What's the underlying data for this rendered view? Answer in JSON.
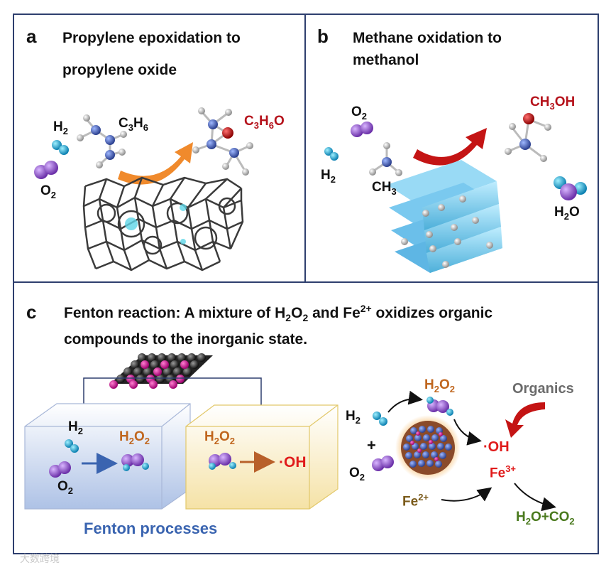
{
  "panel_a": {
    "letter": "a",
    "title_line1": "Propylene epoxidation to",
    "title_line2": "propylene oxide",
    "labels": {
      "h2": {
        "base": "H",
        "sub": "2"
      },
      "o2": {
        "base": "O",
        "sub": "2"
      },
      "c3h6": {
        "a": "C",
        "s1": "3",
        "b": "H",
        "s2": "6"
      },
      "c3h6o": {
        "a": "C",
        "s1": "3",
        "b": "H",
        "s2": "6",
        "c": "O"
      }
    }
  },
  "panel_b": {
    "letter": "b",
    "title_line1": "Methane oxidation to",
    "title_line2": "methanol",
    "labels": {
      "o2": {
        "base": "O",
        "sub": "2"
      },
      "h2": {
        "base": "H",
        "sub": "2"
      },
      "ch3": {
        "base": "CH",
        "sub": "3"
      },
      "ch3oh": {
        "a": "CH",
        "s1": "3",
        "b": "OH"
      },
      "h2o": {
        "a": "H",
        "s1": "2",
        "b": "O"
      }
    }
  },
  "panel_c": {
    "letter": "c",
    "title_line1_a": "Fenton reaction: A mixture of H",
    "title_line1_sub": "2",
    "title_line1_b": "O",
    "title_line1_sub2": "2",
    "title_line1_c": " and Fe",
    "title_line1_sup": "2+",
    "title_line1_d": " oxidizes organic",
    "title_line2": "compounds to the inorganic state.",
    "box_left": {
      "h2": {
        "base": "H",
        "sub": "2"
      },
      "o2": {
        "base": "O",
        "sub": "2"
      },
      "h2o2": {
        "a": "H",
        "s1": "2",
        "b": "O",
        "s2": "2"
      }
    },
    "box_right": {
      "h2o2": {
        "a": "H",
        "s1": "2",
        "b": "O",
        "s2": "2"
      },
      "oh": "·OH"
    },
    "fenton_processes": "Fenton processes",
    "scheme": {
      "h2": {
        "base": "H",
        "sub": "2"
      },
      "plus": "+",
      "o2": {
        "base": "O",
        "sub": "2"
      },
      "h2o2": {
        "a": "H",
        "s1": "2",
        "b": "O",
        "s2": "2"
      },
      "organics": "Organics",
      "oh": "·OH",
      "fe3": {
        "base": "Fe",
        "sup": "3+"
      },
      "fe2": {
        "base": "Fe",
        "sup": "2+"
      },
      "product": {
        "a": "H",
        "s1": "2",
        "b": "O+CO",
        "s2": "2"
      }
    }
  },
  "watermark": "大数跨境",
  "colors": {
    "border": "#2e3f6e",
    "product_red": "#b5121b",
    "orange_label": "#c0661e",
    "blue_label": "#3a64b0",
    "green_label": "#4a7a1e",
    "gray_label": "#6b6b6b",
    "oxygen_purple": "#8e55c8",
    "hydrogen_cyan": "#1aa7d6"
  }
}
